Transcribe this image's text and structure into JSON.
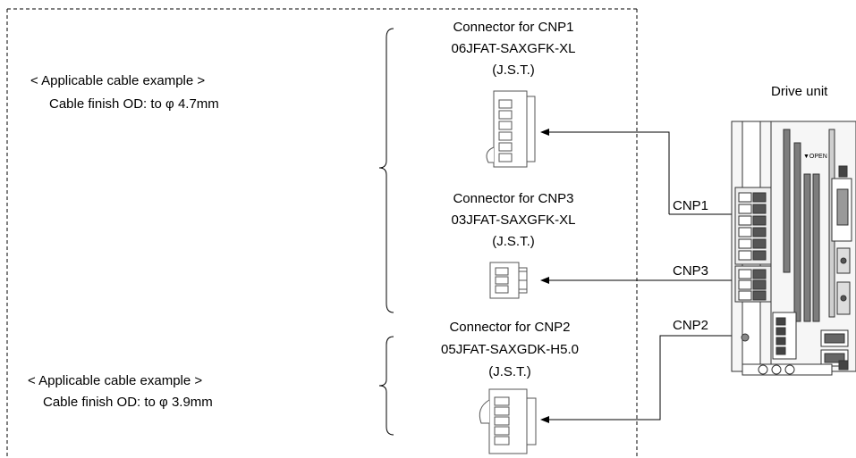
{
  "cable_notes": [
    {
      "heading": "< Applicable cable example >",
      "detail": "Cable finish OD: to φ 4.7mm"
    },
    {
      "heading": "< Applicable cable example >",
      "detail": "Cable finish OD: to φ 3.9mm"
    }
  ],
  "connectors": [
    {
      "title": "Connector for CNP1",
      "model": "06JFAT-SAXGFK-XL",
      "maker": "(J.S.T.)"
    },
    {
      "title": "Connector for CNP3",
      "model": "03JFAT-SAXGFK-XL",
      "maker": "(J.S.T.)"
    },
    {
      "title": "Connector for CNP2",
      "model": "05JFAT-SAXGDK-H5.0",
      "maker": "(J.S.T.)"
    }
  ],
  "drive_unit": {
    "label": "Drive unit",
    "open_label": "▼OPEN"
  },
  "ports": {
    "cnp1": "CNP1",
    "cnp3": "CNP3",
    "cnp2": "CNP2"
  }
}
